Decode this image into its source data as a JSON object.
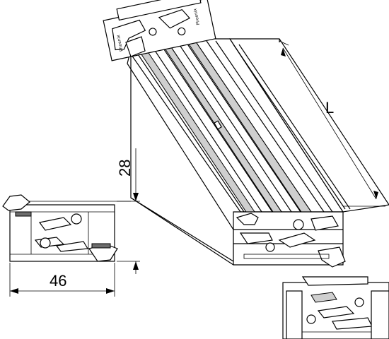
{
  "labels": {
    "length": "L",
    "height": "28",
    "width": "46"
  },
  "profile_marking": "Phoenix"
}
